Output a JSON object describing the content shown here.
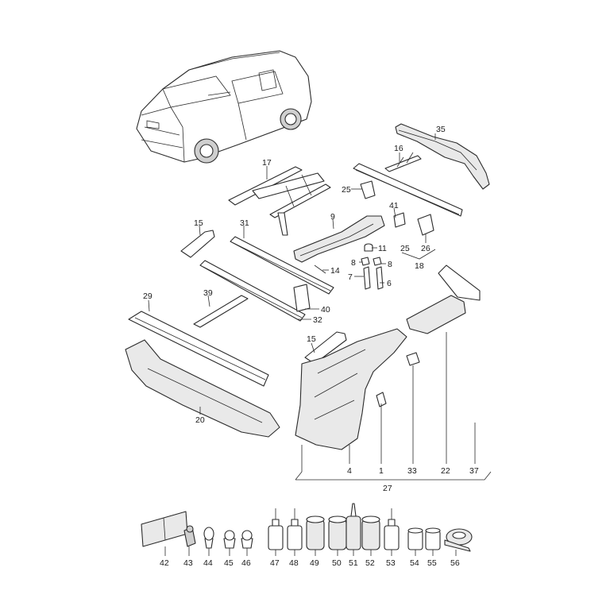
{
  "callouts": {
    "c35": "35",
    "c16": "16",
    "c17": "17",
    "c25a": "25",
    "c41": "41",
    "c9": "9",
    "c26": "26",
    "c25b": "25",
    "c18": "18",
    "c15a": "15",
    "c31": "31",
    "c11": "11",
    "c8a": "8",
    "c8b": "8",
    "c7": "7",
    "c6": "6",
    "c14": "14",
    "c29": "29",
    "c39": "39",
    "c40": "40",
    "c32": "32",
    "c15b": "15",
    "c20": "20",
    "c4": "4",
    "c1": "1",
    "c33": "33",
    "c22": "22",
    "c37": "37",
    "c27": "27"
  },
  "bottom_parts": [
    "42",
    "43",
    "44",
    "45",
    "46",
    "47",
    "48",
    "49",
    "50",
    "51",
    "52",
    "53",
    "54",
    "55",
    "56"
  ]
}
